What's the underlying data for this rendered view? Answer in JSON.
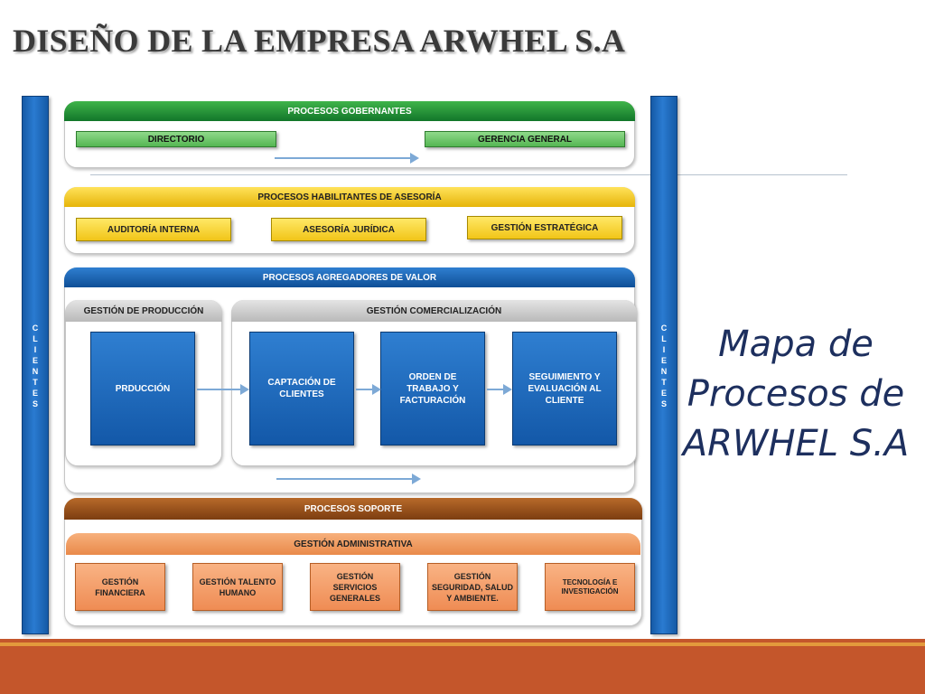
{
  "title": "DISEÑO DE LA EMPRESA ARWHEL S.A",
  "side_title": "Mapa de Procesos de ARWHEL S.A",
  "clients_label": "CLIENTES",
  "gobernantes": {
    "header": "PROCESOS GOBERNANTES",
    "boxes": [
      "DIRECTORIO",
      "GERENCIA GENERAL"
    ]
  },
  "habilitantes": {
    "header": "PROCESOS HABILITANTES DE ASESORÍA",
    "boxes": [
      "AUDITORÍA INTERNA",
      "ASESORÍA JURÍDICA",
      "GESTIÓN ESTRATÉGICA"
    ]
  },
  "agregadores": {
    "header": "PROCESOS AGREGADORES DE VALOR",
    "produccion": {
      "header": "GESTIÓN DE PRODUCCIÓN",
      "box": "PRDUCCIÓN"
    },
    "comercializacion": {
      "header": "GESTIÓN COMERCIALIZACIÓN",
      "boxes": [
        "CAPTACIÓN DE CLIENTES",
        "ORDEN DE TRABAJO Y FACTURACIÓN",
        "SEGUIMIENTO Y EVALUACIÓN AL CLIENTE"
      ]
    }
  },
  "soporte": {
    "header": "PROCESOS SOPORTE",
    "sub_header": "GESTIÓN ADMINISTRATIVA",
    "boxes": [
      "GESTIÓN FINANCIERA",
      "GESTIÓN TALENTO HUMANO",
      "GESTIÓN SERVICIOS GENERALES",
      "GESTIÓN SEGURIDAD, SALUD Y AMBIENTE.",
      "TECNOLOGÍA E INVESTIGACIÓN"
    ]
  },
  "colors": {
    "green": "#12762a",
    "yellow": "#e6b50a",
    "blue": "#1358a8",
    "brown": "#7c3d10",
    "orange": "#e98a4a",
    "footer": "#c4562b"
  }
}
